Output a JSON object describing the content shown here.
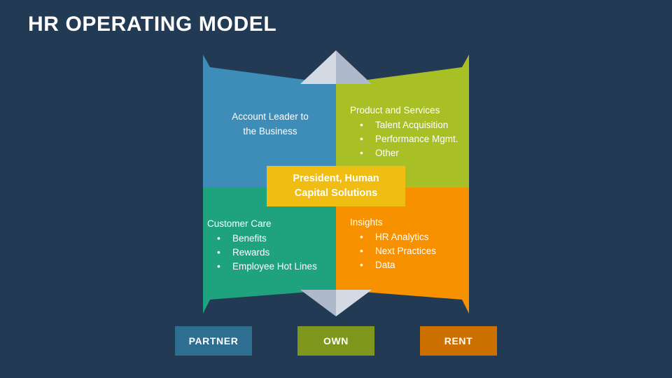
{
  "slide": {
    "title": "HR OPERATING MODEL",
    "background_color": "#223A54"
  },
  "center": {
    "line1": "President, Human",
    "line2": "Capital Solutions",
    "color": "#F0BD12"
  },
  "quadrants": {
    "top_left": {
      "name": "Account Leader to the Business",
      "line1": "Account Leader to",
      "line2": "the Business",
      "color": "#3D8DB8",
      "bullets": []
    },
    "top_right": {
      "heading": "Product and Services",
      "color": "#A8BF26",
      "bullets": [
        "Talent Acquisition",
        "Performance Mgmt.",
        "Other"
      ]
    },
    "bottom_left": {
      "heading": "Customer Care",
      "color": "#1FA37E",
      "bullets": [
        "Benefits",
        "Rewards",
        "Employee Hot Lines"
      ]
    },
    "bottom_right": {
      "heading": "Insights",
      "color": "#F79100",
      "bullets": [
        "HR Analytics",
        "Next Practices",
        "Data"
      ]
    }
  },
  "accents": {
    "arrow_light": "#D4DAE3",
    "arrow_shade": "#AEB9CB"
  },
  "legend": [
    {
      "label": "PARTNER",
      "color": "#2D6E91"
    },
    {
      "label": "OWN",
      "color": "#7F961C"
    },
    {
      "label": "RENT",
      "color": "#CC7000"
    }
  ]
}
